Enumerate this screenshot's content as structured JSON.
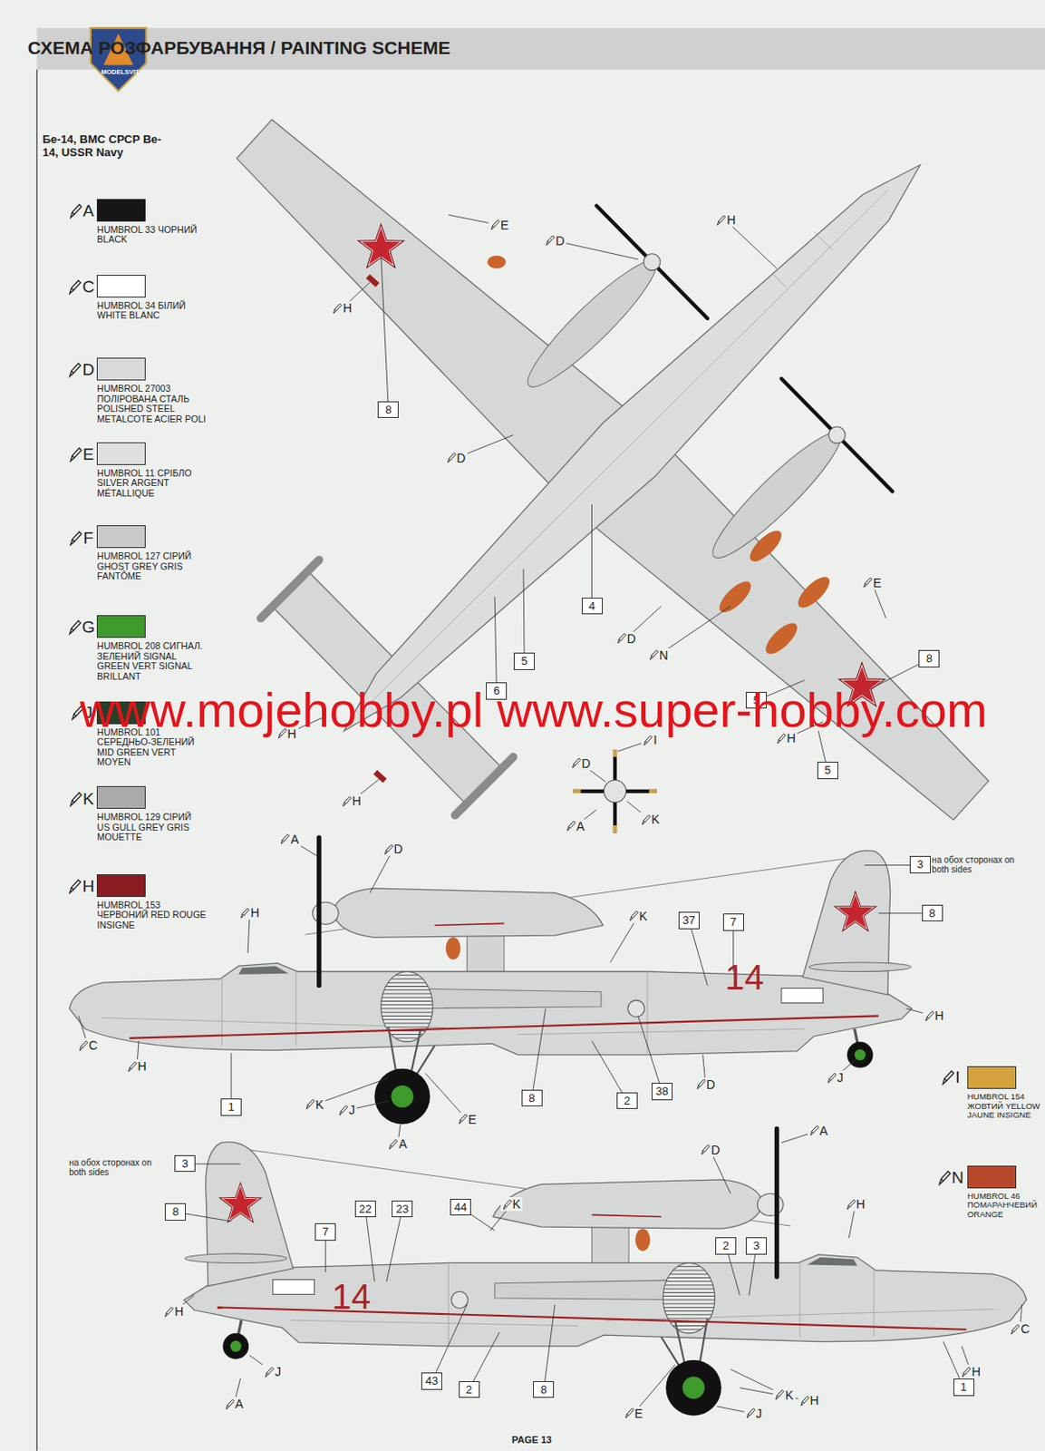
{
  "diagram": {
    "title": "СХЕМА РОЗФАРБУВАННЯ / PAINTING SCHEME",
    "nodes": [
      {
        "text": [
          "8"
        ]
      },
      {
        "text": [
          "4"
        ]
      },
      {
        "text": [
          "5"
        ]
      },
      {
        "text": [
          "6"
        ]
      },
      {
        "text": [
          "5"
        ]
      },
      {
        "text": [
          "8"
        ]
      },
      {
        "text": [
          "5"
        ]
      },
      {
        "text": [
          "3"
        ]
      },
      {
        "text": [
          "8"
        ]
      },
      {
        "text": [
          "37"
        ]
      },
      {
        "text": [
          "7"
        ]
      },
      {
        "text": [
          "1"
        ]
      },
      {
        "text": [
          "8"
        ]
      },
      {
        "text": [
          "2"
        ]
      },
      {
        "text": [
          "38"
        ]
      },
      {
        "text": [
          "3"
        ]
      },
      {
        "text": [
          "8"
        ]
      },
      {
        "text": [
          "22"
        ]
      },
      {
        "text": [
          "23"
        ]
      },
      {
        "text": [
          "44"
        ]
      },
      {
        "text": [
          "7"
        ]
      },
      {
        "text": [
          "2"
        ]
      },
      {
        "text": [
          "3"
        ]
      },
      {
        "text": [
          "43"
        ]
      },
      {
        "text": [
          "2"
        ]
      },
      {
        "text": [
          "8"
        ]
      },
      {
        "text": [
          "1"
        ]
      }
    ],
    "labels": [
      "MODELSVIT",
      "Бе-14, ВМС СРСР Be-14, USSR Navy",
      "A",
      "C",
      "D",
      "E",
      "F",
      "G",
      "J",
      "K",
      "H",
      "I",
      "N",
      "www.mojehobby.pl www.super-hobby.com",
      "E",
      "H",
      "D",
      "H",
      "D",
      "I",
      "D",
      "A",
      "K",
      "E",
      "D",
      "N",
      "H",
      "H",
      "H",
      "на обох сторонах on both sides",
      "14",
      "A",
      "D",
      "H",
      "K",
      "H",
      "C",
      "H",
      "K",
      "J",
      "E",
      "A",
      "D",
      "J",
      "на обох сторонах on both sides",
      "14",
      "A",
      "D",
      "K",
      "H",
      "H",
      "C",
      "H",
      "J",
      "A",
      "K",
      "H",
      "J",
      "E",
      "PAGE 13"
    ],
    "legend": [
      {
        "text": "HUMBROL 33 ЧОРНИЙ BLACK",
        "color": "#161616"
      },
      {
        "text": "HUMBROL 34 БІЛИЙ WHITE BLANC",
        "color": "#ffffff"
      },
      {
        "text": "HUMBROL 27003 ПОЛІРОВАНА СТАЛЬ POLISHED STEEL METALCOTE ACIER POLI",
        "color": "#d8d9d9"
      },
      {
        "text": "HUMBROL 11 СРІБЛО SILVER ARGENT MÉTALLIQUE",
        "color": "#dedfdf"
      },
      {
        "text": "HUMBROL 127 СІРИЙ GHOST GREY GRIS FANTÔME",
        "color": "#c9caca"
      },
      {
        "text": "HUMBROL 208 СИГНАЛ. ЗЕЛЕНИЙ SIGNAL GREEN VERT SIGNAL BRILLANT",
        "color": "#3f9a2c"
      },
      {
        "text": "HUMBROL 101 СЕРЕДНЬО-ЗЕЛЕНИЙ MID GREEN VERT MOYEN",
        "color": "#27402a"
      },
      {
        "text": "HUMBROL 129 СІРИЙ US GULL GREY GRIS MOUETTE",
        "color": "#a9abab"
      },
      {
        "text": "HUMBROL 153 ЧЕРВОНИЙ RED ROUGE INSIGNE",
        "color": "#8a1c22"
      },
      {
        "text": "HUMBROL 154 ЖОВТИЙ YELLOW JAUNE INSIGNE",
        "color": "#d4a23a"
      },
      {
        "text": "HUMBROL 46 ПОМАРАНЧЕВИЙ ORANGE",
        "color": "#b8482c"
      }
    ]
  }
}
